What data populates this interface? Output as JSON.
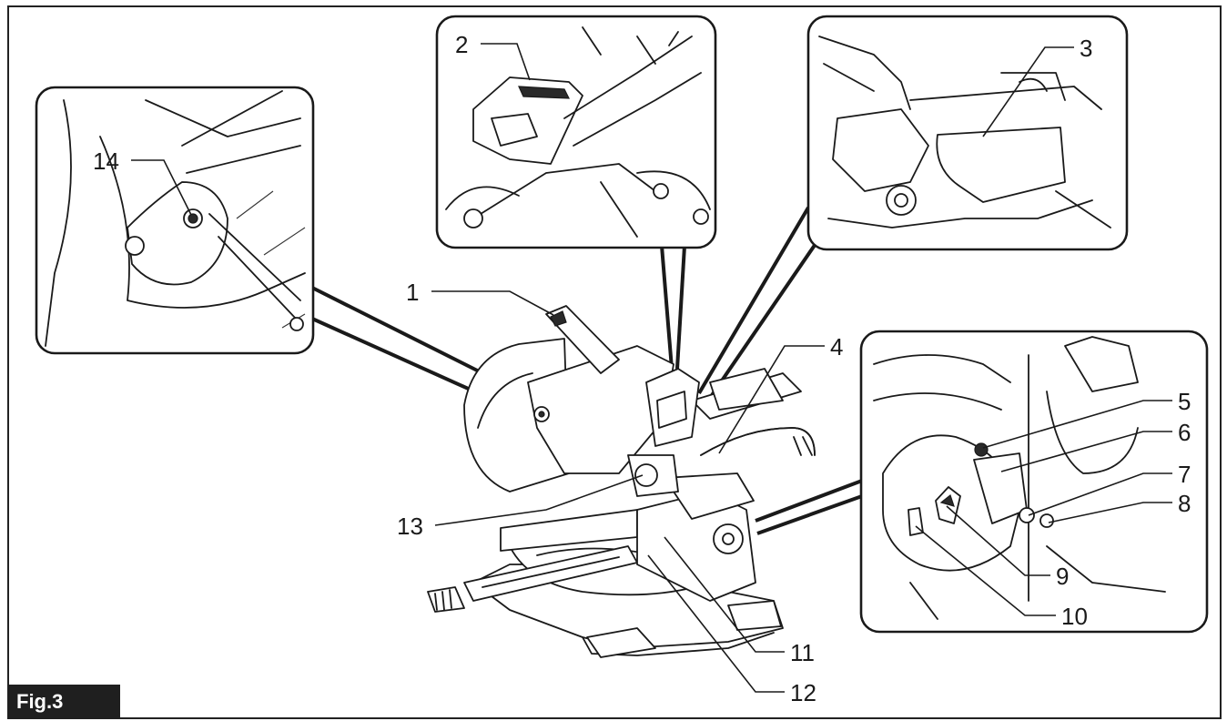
{
  "figure": {
    "tag": "Fig.3"
  },
  "callouts": [
    {
      "id": "1",
      "label": "1"
    },
    {
      "id": "2",
      "label": "2"
    },
    {
      "id": "3",
      "label": "3"
    },
    {
      "id": "4",
      "label": "4"
    },
    {
      "id": "5",
      "label": "5"
    },
    {
      "id": "6",
      "label": "6"
    },
    {
      "id": "7",
      "label": "7"
    },
    {
      "id": "8",
      "label": "8"
    },
    {
      "id": "9",
      "label": "9"
    },
    {
      "id": "10",
      "label": "10"
    },
    {
      "id": "11",
      "label": "11"
    },
    {
      "id": "12",
      "label": "12"
    },
    {
      "id": "13",
      "label": "13"
    },
    {
      "id": "14",
      "label": "14"
    }
  ]
}
